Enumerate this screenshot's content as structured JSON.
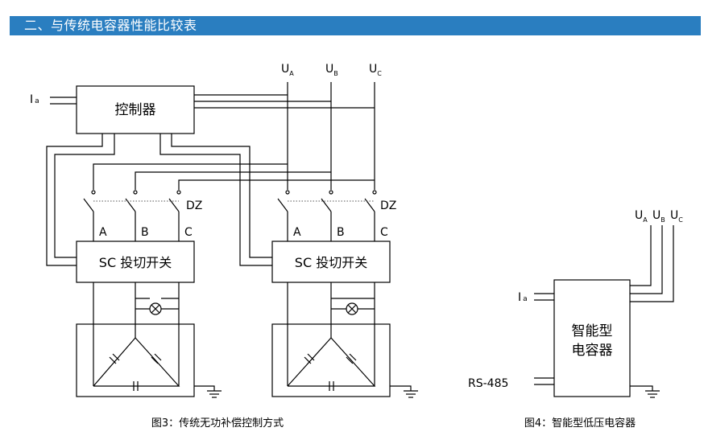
{
  "header": {
    "title": "二、与传统电容器性能比较表"
  },
  "fig3": {
    "caption": "图3：传统无功补偿控制方式",
    "controller_label": "控制器",
    "current_label": "I",
    "current_sub": "a",
    "phase_u": "U",
    "phase_subs": [
      "A",
      "B",
      "C"
    ],
    "switch_units": [
      {
        "label": "SC 投切开关",
        "phases": [
          "A",
          "B",
          "C"
        ],
        "dz": "DZ"
      },
      {
        "label": "SC 投切开关",
        "phases": [
          "A",
          "B",
          "C"
        ],
        "dz": "DZ"
      }
    ]
  },
  "fig4": {
    "caption": "图4：智能型低压电容器",
    "device_line1": "智能型",
    "device_line2": "电容器",
    "current_label": "I",
    "current_sub": "a",
    "comm_label": "RS-485",
    "phase_u": "U",
    "phase_subs": [
      "A",
      "B",
      "C"
    ]
  }
}
